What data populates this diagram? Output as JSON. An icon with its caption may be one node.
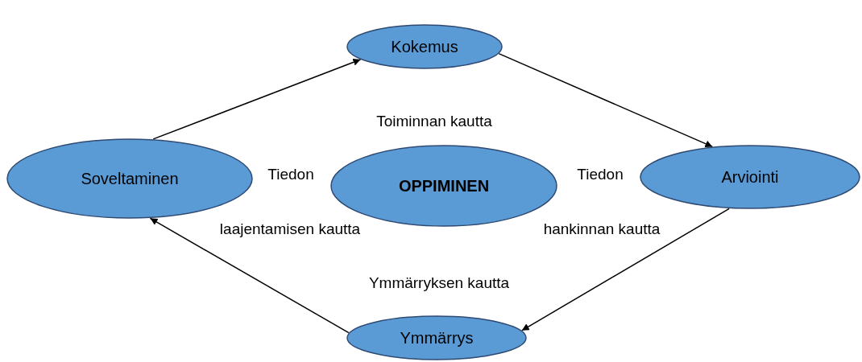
{
  "diagram": {
    "nodes": [
      {
        "text": [
          "Kokemus"
        ]
      },
      {
        "text": [
          "Soveltaminen"
        ]
      },
      {
        "text": [
          "OPPIMINEN"
        ]
      },
      {
        "text": [
          "Arviointi"
        ]
      },
      {
        "text": [
          "Ymmärrys"
        ]
      }
    ],
    "edges": [
      {
        "from": 1,
        "to": 0,
        "arrow": "to"
      },
      {
        "from": 0,
        "to": 3,
        "arrow": "to"
      },
      {
        "from": 3,
        "to": 4,
        "arrow": "to"
      },
      {
        "from": 4,
        "to": 1,
        "arrow": "to"
      }
    ],
    "labels": [
      "Toiminnan kautta",
      "Tiedon",
      "Tiedon",
      "laajentamisen kautta",
      "hankinnan kautta",
      "Ymmärryksen kautta"
    ]
  }
}
